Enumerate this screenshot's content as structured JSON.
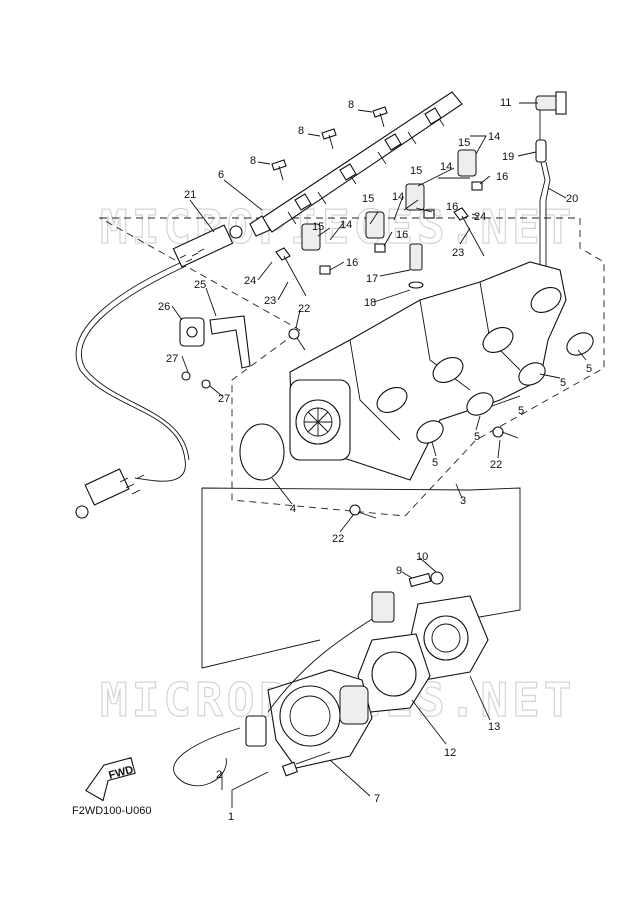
{
  "diagram": {
    "code": "F2WD100-U060",
    "fwd_label": "FWD",
    "watermark": "MICROPIECES.NET",
    "callouts": [
      {
        "id": "c1",
        "label": "1"
      },
      {
        "id": "c2",
        "label": "2"
      },
      {
        "id": "c3",
        "label": "3"
      },
      {
        "id": "c4",
        "label": "4"
      },
      {
        "id": "c5a",
        "label": "5"
      },
      {
        "id": "c5b",
        "label": "5"
      },
      {
        "id": "c5c",
        "label": "5"
      },
      {
        "id": "c5d",
        "label": "5"
      },
      {
        "id": "c5e",
        "label": "5"
      },
      {
        "id": "c6",
        "label": "6"
      },
      {
        "id": "c7",
        "label": "7"
      },
      {
        "id": "c8a",
        "label": "8"
      },
      {
        "id": "c8b",
        "label": "8"
      },
      {
        "id": "c8c",
        "label": "8"
      },
      {
        "id": "c9",
        "label": "9"
      },
      {
        "id": "c10",
        "label": "10"
      },
      {
        "id": "c11",
        "label": "11"
      },
      {
        "id": "c12",
        "label": "12"
      },
      {
        "id": "c13",
        "label": "13"
      },
      {
        "id": "c14a",
        "label": "14"
      },
      {
        "id": "c14b",
        "label": "14"
      },
      {
        "id": "c14c",
        "label": "14"
      },
      {
        "id": "c14d",
        "label": "14"
      },
      {
        "id": "c15a",
        "label": "15"
      },
      {
        "id": "c15b",
        "label": "15"
      },
      {
        "id": "c15c",
        "label": "15"
      },
      {
        "id": "c15d",
        "label": "15"
      },
      {
        "id": "c16a",
        "label": "16"
      },
      {
        "id": "c16b",
        "label": "16"
      },
      {
        "id": "c16c",
        "label": "16"
      },
      {
        "id": "c16d",
        "label": "16"
      },
      {
        "id": "c17",
        "label": "17"
      },
      {
        "id": "c18",
        "label": "18"
      },
      {
        "id": "c19",
        "label": "19"
      },
      {
        "id": "c20",
        "label": "20"
      },
      {
        "id": "c21",
        "label": "21"
      },
      {
        "id": "c22a",
        "label": "22"
      },
      {
        "id": "c22b",
        "label": "22"
      },
      {
        "id": "c22c",
        "label": "22"
      },
      {
        "id": "c23a",
        "label": "23"
      },
      {
        "id": "c23b",
        "label": "23"
      },
      {
        "id": "c24a",
        "label": "24"
      },
      {
        "id": "c24b",
        "label": "24"
      },
      {
        "id": "c25",
        "label": "25"
      },
      {
        "id": "c26",
        "label": "26"
      },
      {
        "id": "c27a",
        "label": "27"
      },
      {
        "id": "c27b",
        "label": "27"
      }
    ]
  }
}
